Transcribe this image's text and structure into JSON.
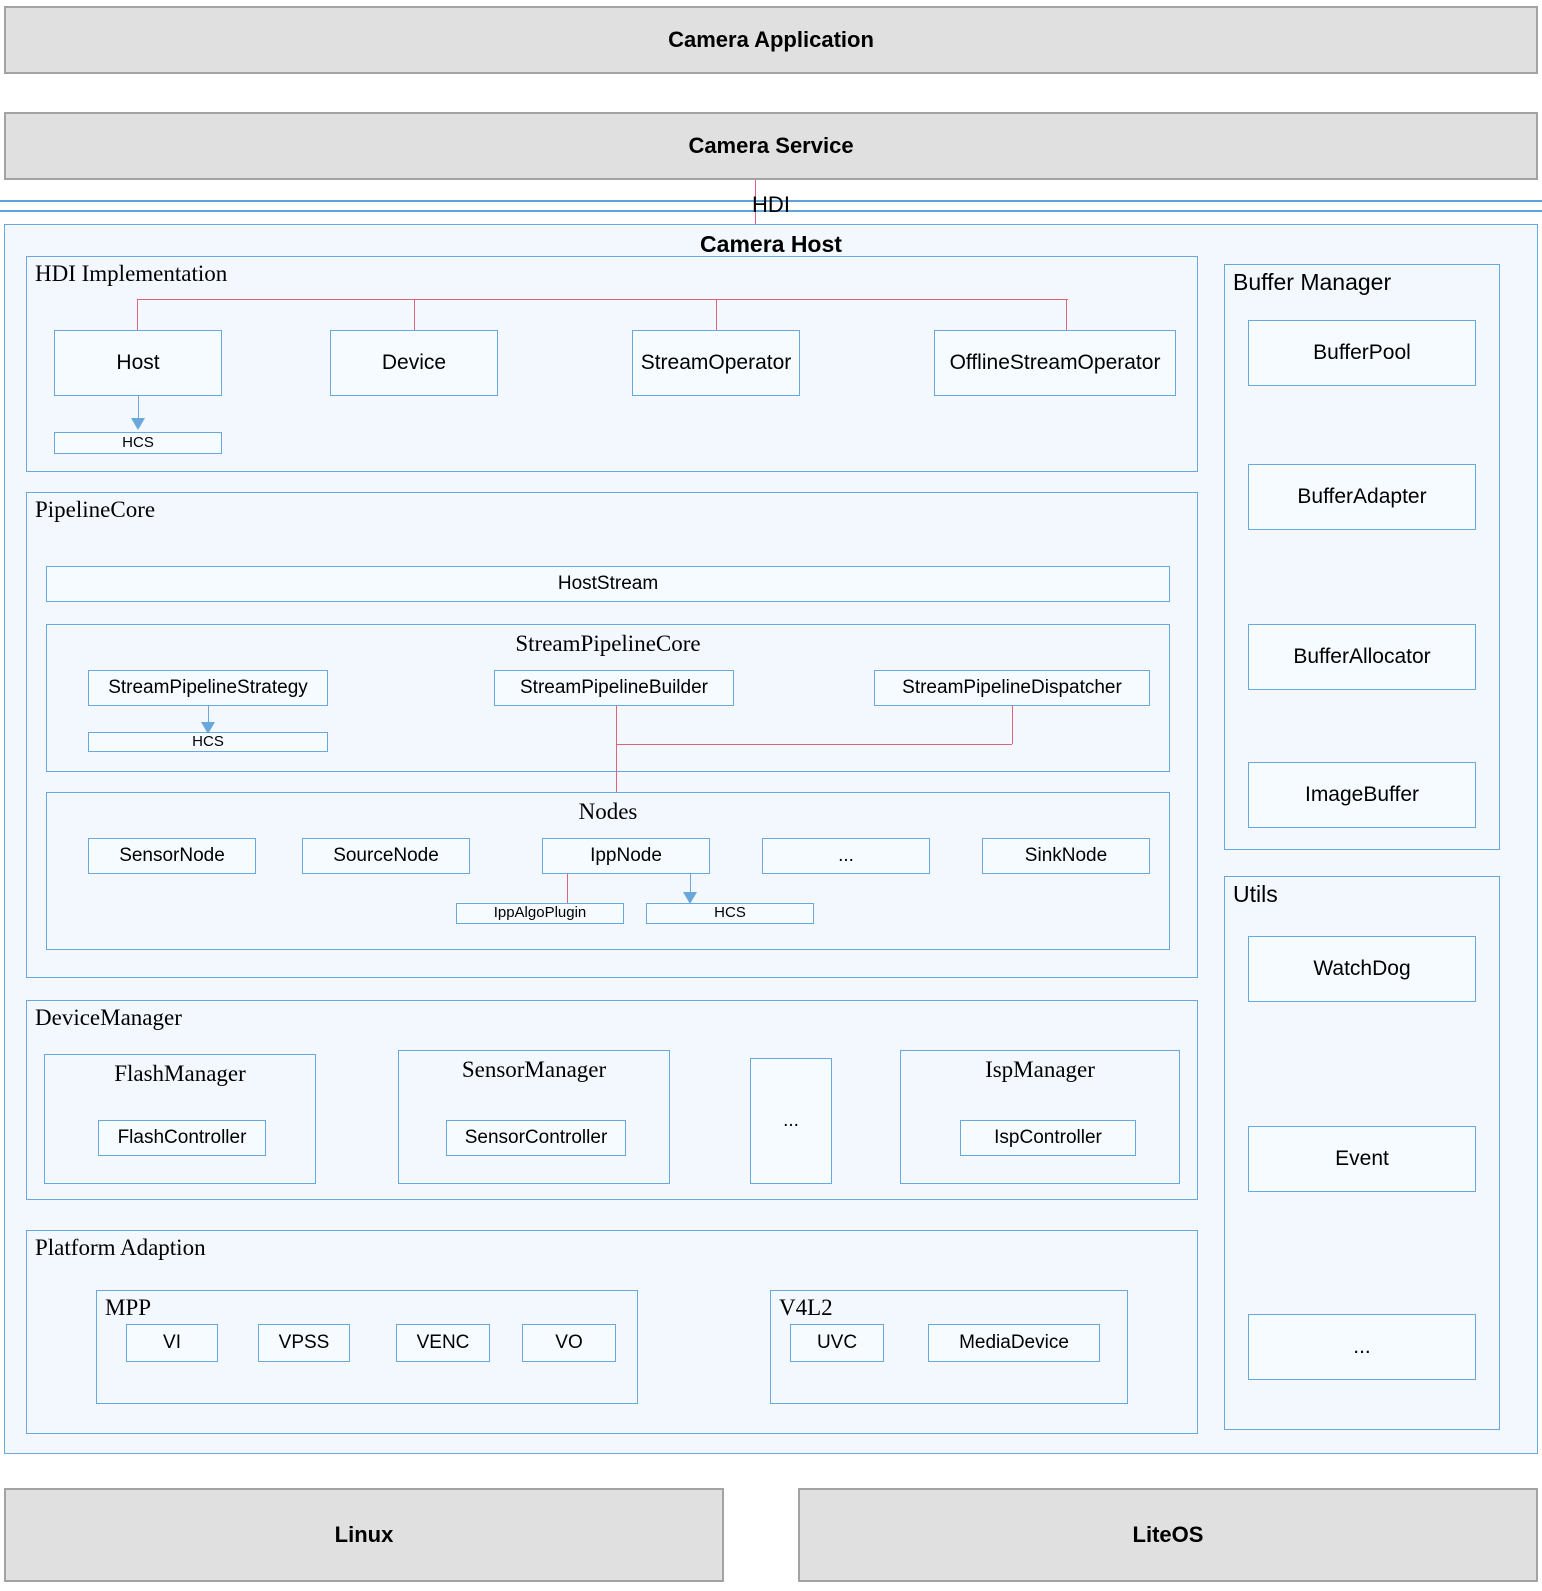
{
  "top_layers": [
    {
      "label": "Camera Application"
    },
    {
      "label": "Camera Service"
    }
  ],
  "hdi_label": "HDI",
  "camera_host": {
    "title": "Camera Host",
    "hdi_implementation": {
      "title": "HDI Implementation",
      "boxes": [
        {
          "label": "Host"
        },
        {
          "label": "Device"
        },
        {
          "label": "StreamOperator"
        },
        {
          "label": "OfflineStreamOperator"
        }
      ],
      "host_child": {
        "label": "HCS"
      }
    },
    "pipeline_core": {
      "title": "PipelineCore",
      "host_stream": {
        "label": "HostStream"
      },
      "stream_pipeline_core": {
        "title": "StreamPipelineCore",
        "boxes": [
          {
            "label": "StreamPipelineStrategy"
          },
          {
            "label": "StreamPipelineBuilder"
          },
          {
            "label": "StreamPipelineDispatcher"
          }
        ],
        "strategy_child": {
          "label": "HCS"
        }
      },
      "nodes": {
        "title": "Nodes",
        "boxes": [
          {
            "label": "SensorNode"
          },
          {
            "label": "SourceNode"
          },
          {
            "label": "IppNode"
          },
          {
            "label": "..."
          },
          {
            "label": "SinkNode"
          }
        ],
        "ipp_children": [
          {
            "label": "IppAlgoPlugin"
          },
          {
            "label": "HCS"
          }
        ]
      }
    },
    "device_manager": {
      "title": "DeviceManager",
      "managers": [
        {
          "title": "FlashManager",
          "child": "FlashController"
        },
        {
          "title": "SensorManager",
          "child": "SensorController"
        },
        {
          "title": "...",
          "child": ""
        },
        {
          "title": "IspManager",
          "child": "IspController"
        }
      ]
    },
    "platform_adaption": {
      "title": "Platform Adaption",
      "groups": [
        {
          "title": "MPP",
          "items": [
            "VI",
            "VPSS",
            "VENC",
            "VO"
          ]
        },
        {
          "title": "V4L2",
          "items": [
            "UVC",
            "MediaDevice"
          ]
        }
      ]
    },
    "buffer_manager": {
      "title": "Buffer Manager",
      "items": [
        {
          "label": "BufferPool"
        },
        {
          "label": "BufferAdapter"
        },
        {
          "label": "BufferAllocator"
        },
        {
          "label": "ImageBuffer"
        }
      ]
    },
    "utils": {
      "title": "Utils",
      "items": [
        {
          "label": "WatchDog"
        },
        {
          "label": "Event"
        },
        {
          "label": "..."
        }
      ]
    }
  },
  "bottom_layers": [
    {
      "label": "Linux"
    },
    {
      "label": "LiteOS"
    }
  ],
  "colors": {
    "grey_fill": "#e0e0e0",
    "grey_border": "#a3a3a3",
    "blue_border": "#6aa8dc",
    "blue_fill": "#f2f8fe",
    "leaf_fill": "#f6fbff",
    "connector_red": "#e06377"
  }
}
